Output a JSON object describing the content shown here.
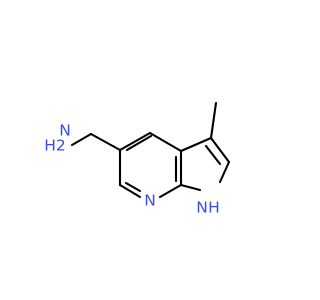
{
  "molecule": {
    "atoms": {
      "amine": {
        "element": "N",
        "hydrogens": "H2",
        "color": "#3b4fd6"
      },
      "pyridine_n": {
        "element": "N",
        "color": "#3b4fd6"
      },
      "pyrrole_n": {
        "element": "N",
        "hydrogen": "H",
        "color": "#3b4fd6"
      }
    },
    "bond_color": "#000000",
    "background": "#ffffff"
  }
}
